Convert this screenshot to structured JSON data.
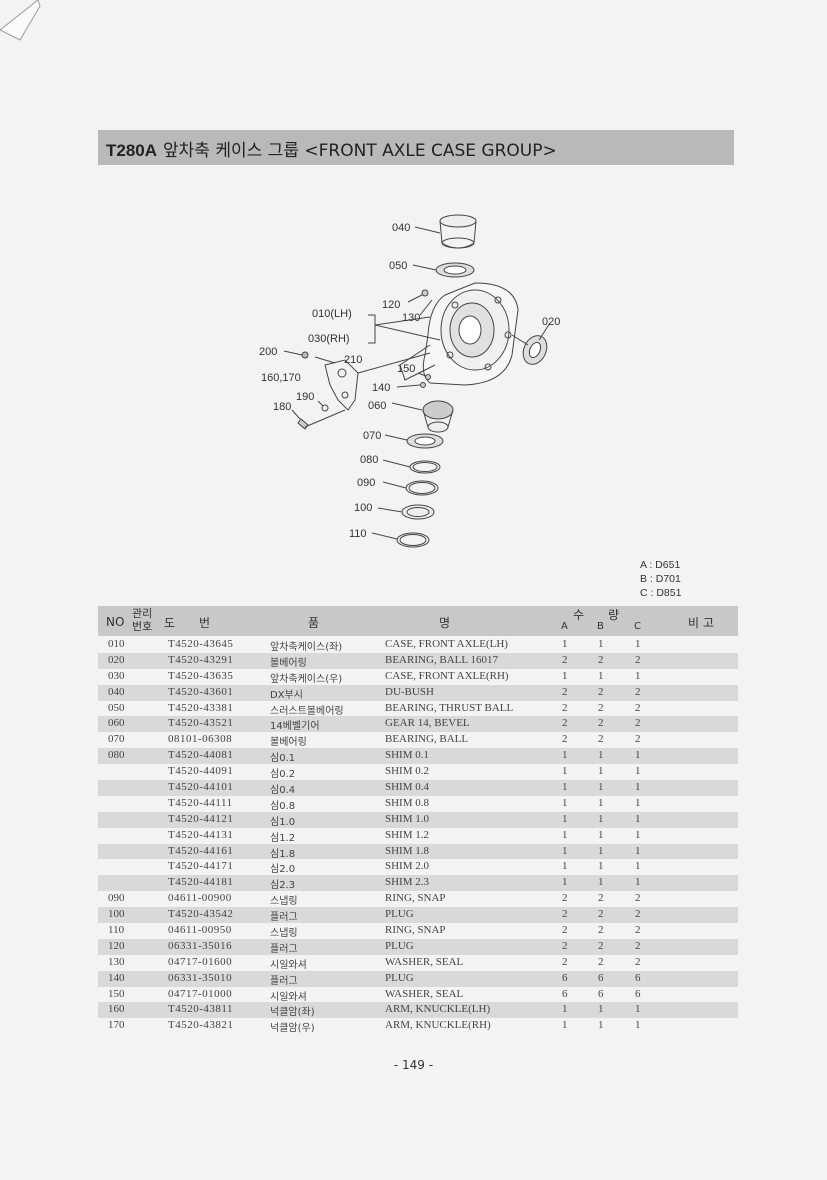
{
  "header": {
    "code": "T280A",
    "title": "앞차축 케이스 그룹 <FRONT AXLE CASE GROUP>"
  },
  "diagram_labels": {
    "l040": "040",
    "l050": "050",
    "l120": "120",
    "l130": "130",
    "l010": "010(LH)",
    "l030": "030(RH)",
    "l020": "020",
    "l200": "200",
    "l210": "210",
    "l160": "160,170",
    "l150": "150",
    "l140": "140",
    "l190": "190",
    "l180": "180",
    "l060": "060",
    "l070": "070",
    "l080": "080",
    "l090": "090",
    "l100": "100",
    "l110": "110"
  },
  "models": [
    "A : D651",
    "B : D701",
    "C : D851"
  ],
  "table": {
    "headers": {
      "no": "NO",
      "mgmt": "관리\n번호",
      "drawing_no": "도　　번",
      "name": "품　　　　　　　　　　명",
      "qty": "수　　량",
      "qty_a": "A",
      "qty_b": "B",
      "qty_c": "C",
      "remarks": "비 고"
    },
    "rows": [
      {
        "no": "010",
        "part": "T4520-43645",
        "kr": "앞차축케이스(좌)",
        "en": "CASE, FRONT AXLE(LH)",
        "a": "1",
        "b": "1",
        "c": "1"
      },
      {
        "no": "020",
        "part": "T4520-43291",
        "kr": "볼베어링",
        "en": "BEARING, BALL 16017",
        "a": "2",
        "b": "2",
        "c": "2"
      },
      {
        "no": "030",
        "part": "T4520-43635",
        "kr": "앞차축케이스(우)",
        "en": "CASE, FRONT AXLE(RH)",
        "a": "1",
        "b": "1",
        "c": "1"
      },
      {
        "no": "040",
        "part": "T4520-43601",
        "kr": "DX부시",
        "en": "DU-BUSH",
        "a": "2",
        "b": "2",
        "c": "2"
      },
      {
        "no": "050",
        "part": "T4520-43381",
        "kr": "스러스트볼베어링",
        "en": "BEARING, THRUST BALL",
        "a": "2",
        "b": "2",
        "c": "2"
      },
      {
        "no": "060",
        "part": "T4520-43521",
        "kr": "14베벨기어",
        "en": "GEAR 14, BEVEL",
        "a": "2",
        "b": "2",
        "c": "2"
      },
      {
        "no": "070",
        "part": "08101-06308",
        "kr": "볼베어링",
        "en": "BEARING, BALL",
        "a": "2",
        "b": "2",
        "c": "2"
      },
      {
        "no": "080",
        "part": "T4520-44081",
        "kr": "심0.1",
        "en": "SHIM 0.1",
        "a": "1",
        "b": "1",
        "c": "1"
      },
      {
        "no": "",
        "part": "T4520-44091",
        "kr": "심0.2",
        "en": "SHIM 0.2",
        "a": "1",
        "b": "1",
        "c": "1"
      },
      {
        "no": "",
        "part": "T4520-44101",
        "kr": "심0.4",
        "en": "SHIM 0.4",
        "a": "1",
        "b": "1",
        "c": "1"
      },
      {
        "no": "",
        "part": "T4520-44111",
        "kr": "심0.8",
        "en": "SHIM 0.8",
        "a": "1",
        "b": "1",
        "c": "1"
      },
      {
        "no": "",
        "part": "T4520-44121",
        "kr": "심1.0",
        "en": "SHIM 1.0",
        "a": "1",
        "b": "1",
        "c": "1"
      },
      {
        "no": "",
        "part": "T4520-44131",
        "kr": "심1.2",
        "en": "SHIM 1.2",
        "a": "1",
        "b": "1",
        "c": "1"
      },
      {
        "no": "",
        "part": "T4520-44161",
        "kr": "심1.8",
        "en": "SHIM 1.8",
        "a": "1",
        "b": "1",
        "c": "1"
      },
      {
        "no": "",
        "part": "T4520-44171",
        "kr": "심2.0",
        "en": "SHIM 2.0",
        "a": "1",
        "b": "1",
        "c": "1"
      },
      {
        "no": "",
        "part": "T4520-44181",
        "kr": "심2.3",
        "en": "SHIM 2.3",
        "a": "1",
        "b": "1",
        "c": "1"
      },
      {
        "no": "090",
        "part": "04611-00900",
        "kr": "스냅링",
        "en": "RING, SNAP",
        "a": "2",
        "b": "2",
        "c": "2"
      },
      {
        "no": "100",
        "part": "T4520-43542",
        "kr": "플러그",
        "en": "PLUG",
        "a": "2",
        "b": "2",
        "c": "2"
      },
      {
        "no": "110",
        "part": "04611-00950",
        "kr": "스냅링",
        "en": "RING, SNAP",
        "a": "2",
        "b": "2",
        "c": "2"
      },
      {
        "no": "120",
        "part": "06331-35016",
        "kr": "플러그",
        "en": "PLUG",
        "a": "2",
        "b": "2",
        "c": "2"
      },
      {
        "no": "130",
        "part": "04717-01600",
        "kr": "시일와셔",
        "en": "WASHER, SEAL",
        "a": "2",
        "b": "2",
        "c": "2"
      },
      {
        "no": "140",
        "part": "06331-35010",
        "kr": "플러그",
        "en": "PLUG",
        "a": "6",
        "b": "6",
        "c": "6"
      },
      {
        "no": "150",
        "part": "04717-01000",
        "kr": "시일와셔",
        "en": "WASHER, SEAL",
        "a": "6",
        "b": "6",
        "c": "6"
      },
      {
        "no": "160",
        "part": "T4520-43811",
        "kr": "넉클암(좌)",
        "en": "ARM, KNUCKLE(LH)",
        "a": "1",
        "b": "1",
        "c": "1"
      },
      {
        "no": "170",
        "part": "T4520-43821",
        "kr": "넉클암(우)",
        "en": "ARM, KNUCKLE(RH)",
        "a": "1",
        "b": "1",
        "c": "1"
      }
    ]
  },
  "page_number": "- 149 -"
}
